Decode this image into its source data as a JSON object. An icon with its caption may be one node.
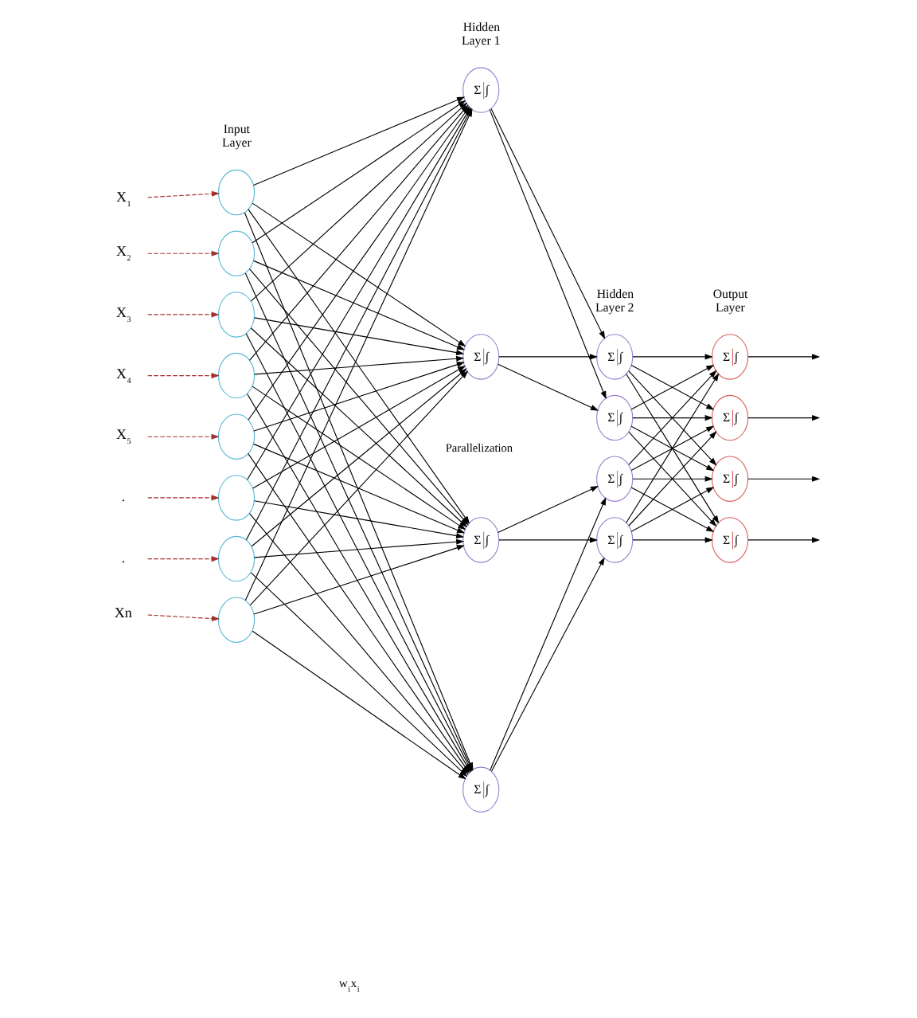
{
  "diagram": {
    "nodes": [
      {
        "text": [
          "X$_{1}$"
        ]
      },
      {
        "text": [
          "X$_{2}$"
        ]
      },
      {
        "text": [
          "X$_{3}$"
        ]
      },
      {
        "text": [
          "X$_{4}$"
        ]
      },
      {
        "text": [
          "X$_{5}$"
        ]
      },
      {
        "text": [
          "."
        ]
      },
      {
        "text": [
          "."
        ]
      },
      {
        "text": [
          "Xn"
        ]
      },
      {
        "text": [],
        "shape": "circle"
      },
      {
        "text": [],
        "shape": "circle"
      },
      {
        "text": [],
        "shape": "circle"
      },
      {
        "text": [],
        "shape": "circle"
      },
      {
        "text": [],
        "shape": "circle"
      },
      {
        "text": [],
        "shape": "circle"
      },
      {
        "text": [],
        "shape": "circle"
      },
      {
        "text": [],
        "shape": "circle"
      },
      {
        "text": [
          "Σ",
          "∫"
        ]
      },
      {
        "text": [
          "Σ",
          "∫"
        ]
      },
      {
        "text": [
          "Σ",
          "∫"
        ]
      },
      {
        "text": [
          "Σ",
          "∫"
        ]
      },
      {
        "text": [
          "Σ",
          "∫"
        ]
      },
      {
        "text": [
          "Σ",
          "∫"
        ]
      },
      {
        "text": [
          "Σ",
          "∫"
        ]
      },
      {
        "text": [
          "Σ",
          "∫"
        ]
      },
      {
        "text": [
          "Σ",
          "∫"
        ]
      },
      {
        "text": [
          "Σ",
          "∫"
        ]
      },
      {
        "text": [
          "Σ",
          "∫"
        ]
      },
      {
        "text": [
          "Σ",
          "∫"
        ]
      }
    ],
    "edges": [
      {
        "from": 0,
        "to": 8,
        "arrow": "to",
        "style": "dashed",
        "color": "#a3302c"
      },
      {
        "from": 1,
        "to": 9,
        "arrow": "to",
        "style": "dashed",
        "color": "#a3302c"
      },
      {
        "from": 2,
        "to": 10,
        "arrow": "to",
        "style": "dashed",
        "color": "#a3302c"
      },
      {
        "from": 3,
        "to": 11,
        "arrow": "to",
        "style": "dashed",
        "color": "#a3302c"
      },
      {
        "from": 4,
        "to": 12,
        "arrow": "to",
        "style": "dashed",
        "color": "#a3302c"
      },
      {
        "from": 5,
        "to": 13,
        "arrow": "to",
        "style": "dashed",
        "color": "#a3302c"
      },
      {
        "from": 6,
        "to": 14,
        "arrow": "to",
        "style": "dashed",
        "color": "#a3302c"
      },
      {
        "from": 7,
        "to": 15,
        "arrow": "to",
        "style": "dashed",
        "color": "#a3302c"
      },
      {
        "from": 8,
        "to": 16,
        "arrow": "to"
      },
      {
        "from": 8,
        "to": 17,
        "arrow": "to"
      },
      {
        "from": 8,
        "to": 18,
        "arrow": "to"
      },
      {
        "from": 8,
        "to": 19,
        "arrow": "to"
      },
      {
        "from": 9,
        "to": 16,
        "arrow": "to"
      },
      {
        "from": 9,
        "to": 17,
        "arrow": "to"
      },
      {
        "from": 9,
        "to": 18,
        "arrow": "to"
      },
      {
        "from": 9,
        "to": 19,
        "arrow": "to"
      },
      {
        "from": 10,
        "to": 16,
        "arrow": "to"
      },
      {
        "from": 10,
        "to": 17,
        "arrow": "to"
      },
      {
        "from": 10,
        "to": 18,
        "arrow": "to"
      },
      {
        "from": 10,
        "to": 19,
        "arrow": "to"
      },
      {
        "from": 11,
        "to": 16,
        "arrow": "to"
      },
      {
        "from": 11,
        "to": 17,
        "arrow": "to"
      },
      {
        "from": 11,
        "to": 18,
        "arrow": "to"
      },
      {
        "from": 11,
        "to": 19,
        "arrow": "to"
      },
      {
        "from": 12,
        "to": 16,
        "arrow": "to"
      },
      {
        "from": 12,
        "to": 17,
        "arrow": "to"
      },
      {
        "from": 12,
        "to": 18,
        "arrow": "to"
      },
      {
        "from": 12,
        "to": 19,
        "arrow": "to"
      },
      {
        "from": 13,
        "to": 16,
        "arrow": "to"
      },
      {
        "from": 13,
        "to": 17,
        "arrow": "to"
      },
      {
        "from": 13,
        "to": 18,
        "arrow": "to"
      },
      {
        "from": 13,
        "to": 19,
        "arrow": "to"
      },
      {
        "from": 14,
        "to": 16,
        "arrow": "to"
      },
      {
        "from": 14,
        "to": 17,
        "arrow": "to"
      },
      {
        "from": 14,
        "to": 18,
        "arrow": "to"
      },
      {
        "from": 14,
        "to": 19,
        "arrow": "to"
      },
      {
        "from": 15,
        "to": 16,
        "arrow": "to"
      },
      {
        "from": 15,
        "to": 17,
        "arrow": "to"
      },
      {
        "from": 15,
        "to": 18,
        "arrow": "to"
      },
      {
        "from": 15,
        "to": 19,
        "arrow": "to"
      },
      {
        "from": 16,
        "to": 20,
        "arrow": "to"
      },
      {
        "from": 16,
        "to": 21,
        "arrow": "to"
      },
      {
        "from": 17,
        "to": 20,
        "arrow": "to"
      },
      {
        "from": 17,
        "to": 21,
        "arrow": "to"
      },
      {
        "from": 18,
        "to": 22,
        "arrow": "to"
      },
      {
        "from": 18,
        "to": 23,
        "arrow": "to"
      },
      {
        "from": 19,
        "to": 22,
        "arrow": "to"
      },
      {
        "from": 19,
        "to": 23,
        "arrow": "to"
      },
      {
        "from": 20,
        "to": 24,
        "arrow": "to"
      },
      {
        "from": 20,
        "to": 25,
        "arrow": "to"
      },
      {
        "from": 20,
        "to": 26,
        "arrow": "to"
      },
      {
        "from": 20,
        "to": 27,
        "arrow": "to"
      },
      {
        "from": 21,
        "to": 24,
        "arrow": "to"
      },
      {
        "from": 21,
        "to": 25,
        "arrow": "to"
      },
      {
        "from": 21,
        "to": 26,
        "arrow": "to"
      },
      {
        "from": 21,
        "to": 27,
        "arrow": "to"
      },
      {
        "from": 22,
        "to": 24,
        "arrow": "to"
      },
      {
        "from": 22,
        "to": 25,
        "arrow": "to"
      },
      {
        "from": 22,
        "to": 26,
        "arrow": "to"
      },
      {
        "from": 22,
        "to": 27,
        "arrow": "to"
      },
      {
        "from": 23,
        "to": 24,
        "arrow": "to"
      },
      {
        "from": 23,
        "to": 25,
        "arrow": "to"
      },
      {
        "from": 23,
        "to": 26,
        "arrow": "to"
      },
      {
        "from": 23,
        "to": 27,
        "arrow": "to"
      },
      {
        "from": 24,
        "to": null,
        "arrow": "to"
      },
      {
        "from": 25,
        "to": null,
        "arrow": "to"
      },
      {
        "from": 26,
        "to": null,
        "arrow": "to"
      },
      {
        "from": 27,
        "to": null,
        "arrow": "to"
      }
    ],
    "labels": [
      "Input Layer",
      "Hidden Layer 1",
      "Hidden Layer 2",
      "Output Layer",
      "Parallelization",
      "w$_{i}$x$_{i}$"
    ]
  }
}
